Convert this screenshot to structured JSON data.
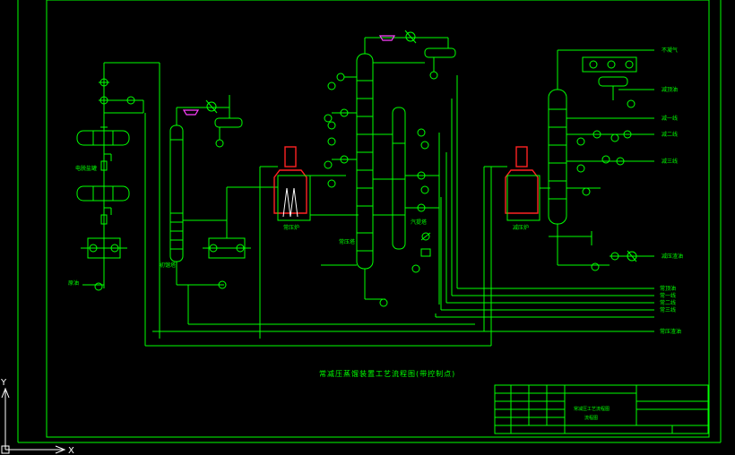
{
  "drawing": {
    "title": "常减压蒸馏装置工艺流程图(带控制点)",
    "colors": {
      "background": "#000000",
      "lines": "#00ff00",
      "furnace": "#ff2222",
      "vessel_top": "#ff40ff",
      "axes": "#ffffff"
    }
  },
  "labels": {
    "left_vessels": "电脱盐罐",
    "crude_feed": "原油",
    "flash_tower": "初馏塔",
    "atm_furnace": "常压炉",
    "atm_tower": "常压塔",
    "stripper": "汽提塔",
    "vac_furnace": "减压炉",
    "top_gas": "不凝气",
    "vac_top_oil": "减顶油",
    "vac_1": "减一线",
    "vac_2": "减二线",
    "vac_3": "减三线",
    "vac_residue": "减压渣油"
  },
  "outlets": [
    "常顶油",
    "常一线",
    "常二线",
    "常三线",
    "常压渣油"
  ],
  "title_block": {
    "main": "常减压工艺流程图",
    "sub": "流程图"
  },
  "axes": {
    "x": "X",
    "y": "Y"
  }
}
